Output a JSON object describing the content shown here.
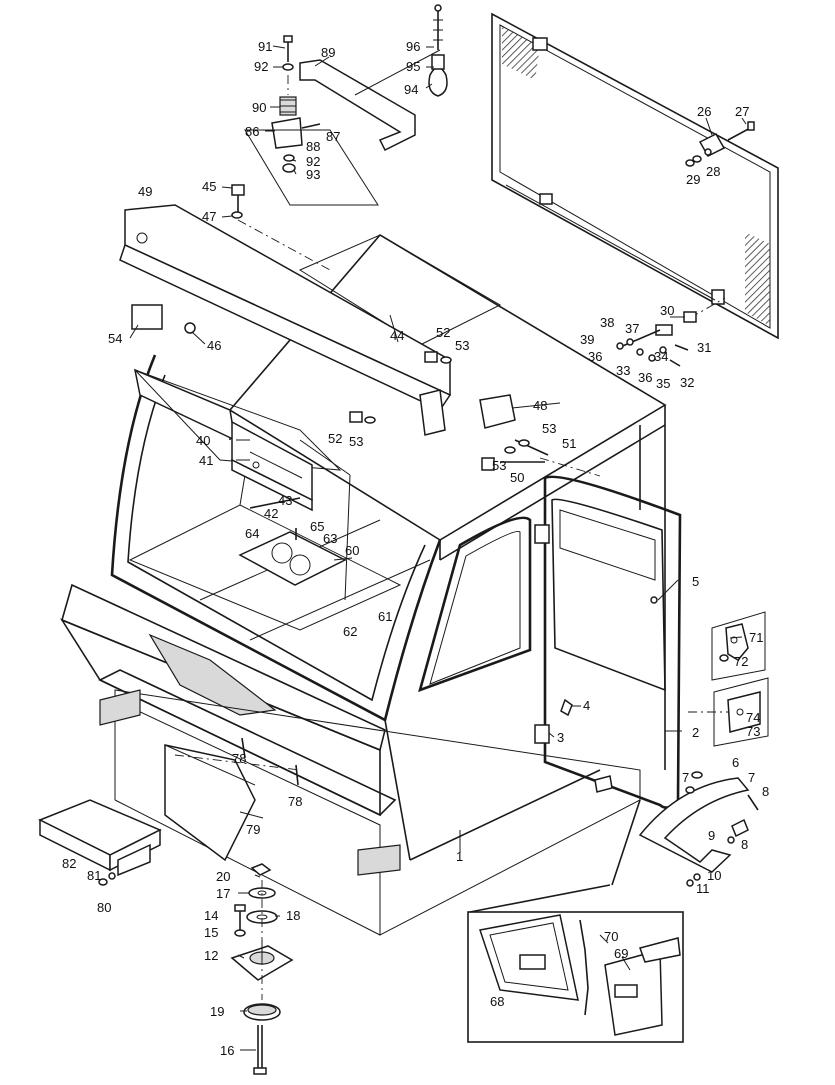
{
  "callouts": [
    {
      "id": "c91",
      "text": "91"
    },
    {
      "id": "c89",
      "text": "89"
    },
    {
      "id": "c92a",
      "text": "92"
    },
    {
      "id": "c96",
      "text": "96"
    },
    {
      "id": "c95",
      "text": "95"
    },
    {
      "id": "c94",
      "text": "94"
    },
    {
      "id": "c90",
      "text": "90"
    },
    {
      "id": "c86",
      "text": "86"
    },
    {
      "id": "c88",
      "text": "88"
    },
    {
      "id": "c87",
      "text": "87"
    },
    {
      "id": "c92b",
      "text": "92"
    },
    {
      "id": "c93",
      "text": "93"
    },
    {
      "id": "c26",
      "text": "26"
    },
    {
      "id": "c27",
      "text": "27"
    },
    {
      "id": "c29",
      "text": "29"
    },
    {
      "id": "c28",
      "text": "28"
    },
    {
      "id": "c45",
      "text": "45"
    },
    {
      "id": "c49",
      "text": "49"
    },
    {
      "id": "c47",
      "text": "47"
    },
    {
      "id": "c54",
      "text": "54"
    },
    {
      "id": "c46",
      "text": "46"
    },
    {
      "id": "c44",
      "text": "44"
    },
    {
      "id": "c52a",
      "text": "52"
    },
    {
      "id": "c53a",
      "text": "53"
    },
    {
      "id": "c30",
      "text": "30"
    },
    {
      "id": "c38",
      "text": "38"
    },
    {
      "id": "c37",
      "text": "37"
    },
    {
      "id": "c39",
      "text": "39"
    },
    {
      "id": "c31",
      "text": "31"
    },
    {
      "id": "c36a",
      "text": "36"
    },
    {
      "id": "c34",
      "text": "34"
    },
    {
      "id": "c33",
      "text": "33"
    },
    {
      "id": "c36b",
      "text": "36"
    },
    {
      "id": "c35",
      "text": "35"
    },
    {
      "id": "c32",
      "text": "32"
    },
    {
      "id": "c48",
      "text": "48"
    },
    {
      "id": "c53b",
      "text": "53"
    },
    {
      "id": "c52b",
      "text": "52"
    },
    {
      "id": "c53c",
      "text": "53"
    },
    {
      "id": "c51",
      "text": "51"
    },
    {
      "id": "c40",
      "text": "40"
    },
    {
      "id": "c53d",
      "text": "53"
    },
    {
      "id": "c41",
      "text": "41"
    },
    {
      "id": "c50",
      "text": "50"
    },
    {
      "id": "c43",
      "text": "43"
    },
    {
      "id": "c42",
      "text": "42"
    },
    {
      "id": "c65",
      "text": "65"
    },
    {
      "id": "c64",
      "text": "64"
    },
    {
      "id": "c63",
      "text": "63"
    },
    {
      "id": "c60",
      "text": "60"
    },
    {
      "id": "c5",
      "text": "5"
    },
    {
      "id": "c61",
      "text": "61"
    },
    {
      "id": "c62",
      "text": "62"
    },
    {
      "id": "c71",
      "text": "71"
    },
    {
      "id": "c72",
      "text": "72"
    },
    {
      "id": "c4",
      "text": "4"
    },
    {
      "id": "c74",
      "text": "74"
    },
    {
      "id": "c73",
      "text": "73"
    },
    {
      "id": "c2",
      "text": "2"
    },
    {
      "id": "c3",
      "text": "3"
    },
    {
      "id": "c78a",
      "text": "78"
    },
    {
      "id": "c6",
      "text": "6"
    },
    {
      "id": "c7a",
      "text": "7"
    },
    {
      "id": "c7b",
      "text": "7"
    },
    {
      "id": "c78b",
      "text": "78"
    },
    {
      "id": "c8a",
      "text": "8"
    },
    {
      "id": "c79",
      "text": "79"
    },
    {
      "id": "c9",
      "text": "9"
    },
    {
      "id": "c8b",
      "text": "8"
    },
    {
      "id": "c1",
      "text": "1"
    },
    {
      "id": "c82",
      "text": "82"
    },
    {
      "id": "c20",
      "text": "20"
    },
    {
      "id": "c10",
      "text": "10"
    },
    {
      "id": "c81",
      "text": "81"
    },
    {
      "id": "c11",
      "text": "11"
    },
    {
      "id": "c17",
      "text": "17"
    },
    {
      "id": "c80",
      "text": "80"
    },
    {
      "id": "c14",
      "text": "14"
    },
    {
      "id": "c18",
      "text": "18"
    },
    {
      "id": "c15",
      "text": "15"
    },
    {
      "id": "c70",
      "text": "70"
    },
    {
      "id": "c69",
      "text": "69"
    },
    {
      "id": "c12",
      "text": "12"
    },
    {
      "id": "c68",
      "text": "68"
    },
    {
      "id": "c19",
      "text": "19"
    },
    {
      "id": "c16",
      "text": "16"
    }
  ]
}
